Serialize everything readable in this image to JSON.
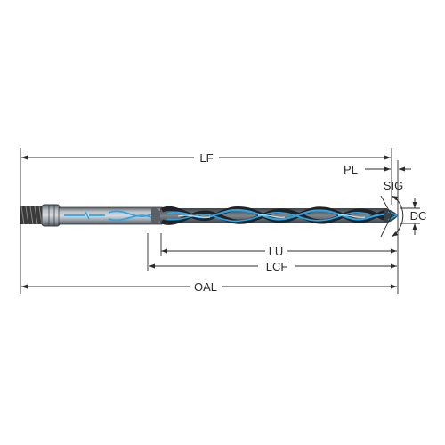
{
  "dimensions": {
    "lf": "LF",
    "pl": "PL",
    "sig": "SIG",
    "dc": "DC",
    "lu": "LU",
    "lcf": "LCF",
    "oal": "OAL"
  },
  "colors": {
    "line": "#2b2b2b",
    "body_dark": "#4a4f55",
    "body_mid": "#8a929a",
    "body_light": "#c8ced3",
    "coolant": "#2aa6e8",
    "thread": "#3a3a3a"
  },
  "icons": {
    "arrow": "arrowhead"
  }
}
